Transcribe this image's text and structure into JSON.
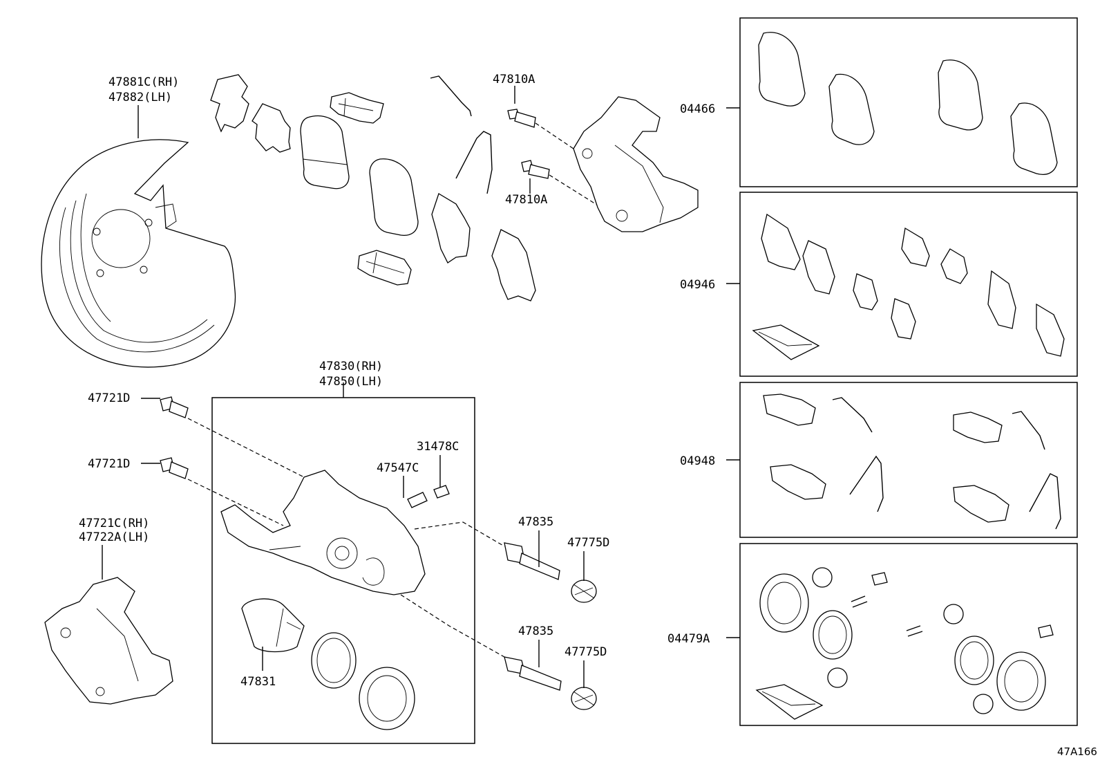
{
  "labels": {
    "l_47881": "47881C(RH)",
    "l_47882": "47882(LH)",
    "l_47810a_top": "47810A",
    "l_47810a_bot": "47810A",
    "l_04466": "04466",
    "l_04946": "04946",
    "l_04948": "04948",
    "l_04479a": "04479A",
    "l_47830": "47830(RH)",
    "l_47850": "47850(LH)",
    "l_47721d_a": "47721D",
    "l_47721d_b": "47721D",
    "l_31478c": "31478C",
    "l_47547c": "47547C",
    "l_47721c": "47721C(RH)",
    "l_47722a": "47722A(LH)",
    "l_47835_a": "47835",
    "l_47775d_a": "47775D",
    "l_47835_b": "47835",
    "l_47775d_b": "47775D",
    "l_47831": "47831"
  },
  "ref_code": "47A166"
}
